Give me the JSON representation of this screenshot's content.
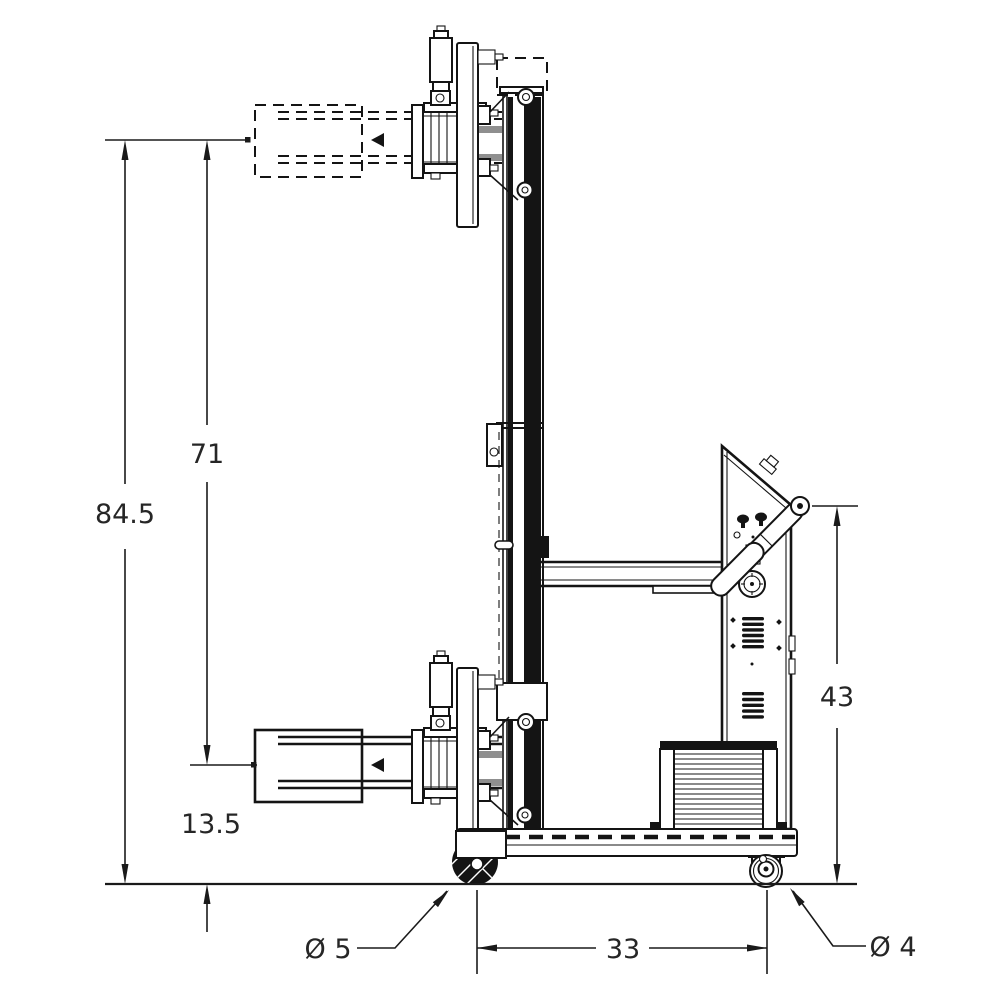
{
  "drawing": {
    "kind": "engineering-side-view",
    "colors": {
      "line": "#1a1a1a",
      "background": "#ffffff",
      "dim_text": "#262626",
      "fill_dark": "#141414",
      "fill_gray": "#8f8f8f"
    }
  },
  "dimensions": {
    "overall_height": "84.5",
    "raised_clamp_height": "71",
    "lowered_clamp_height": "13.5",
    "handle_height": "43",
    "wheelbase": "33",
    "front_wheel_diameter": "Ø 5",
    "rear_wheel_diameter": "Ø 4"
  }
}
